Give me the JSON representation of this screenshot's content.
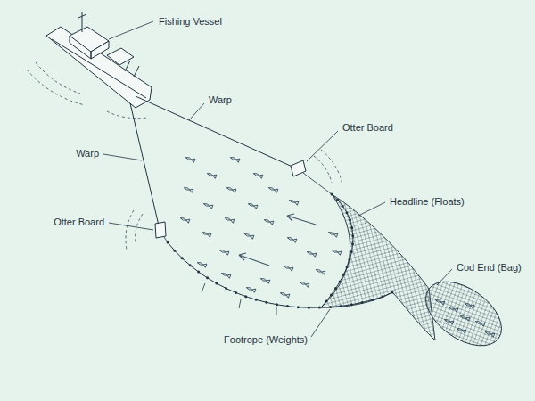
{
  "diagram": {
    "labels": [
      "Fishing Vessel",
      "Warp",
      "Otter Board",
      "Warp",
      "Headline (Floats)",
      "Otter Board",
      "Cod End (Bag)",
      "Footrope (Weights)"
    ]
  }
}
